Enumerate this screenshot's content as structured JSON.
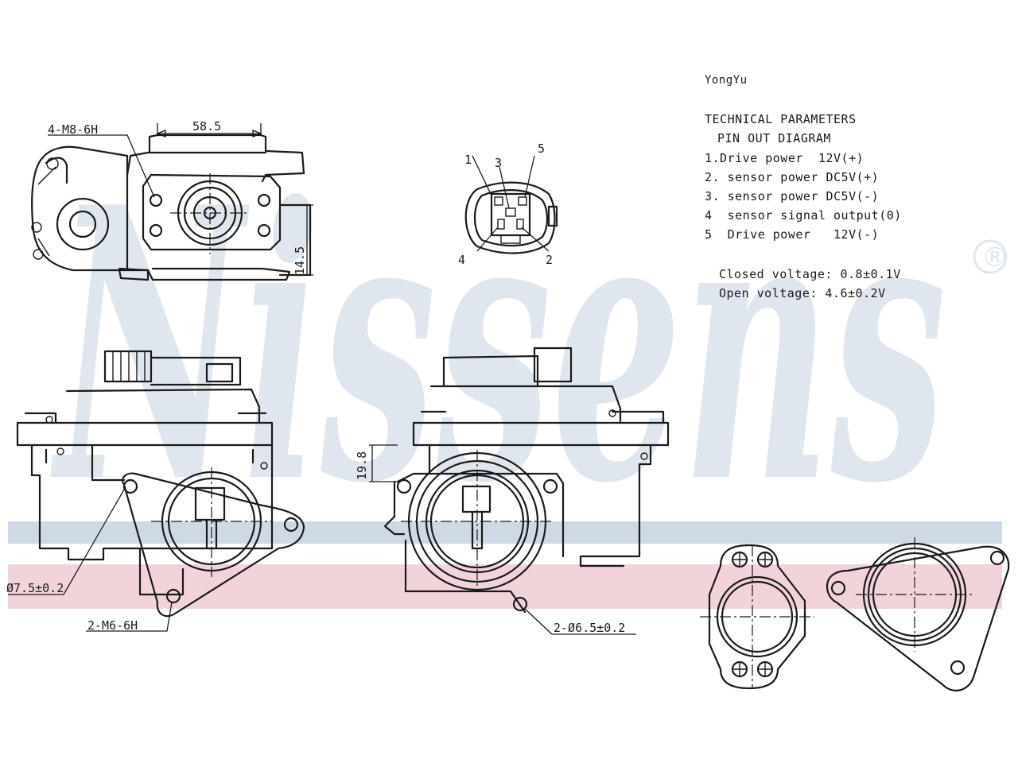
{
  "brand": {
    "name": "Nissens",
    "registered_mark": "®",
    "watermark_color": "#dfe6ee",
    "band_blue": "#cfd9e6",
    "band_pink": "#f2d3da"
  },
  "header": {
    "supplier": "YongYu",
    "title": "TECHNICAL PARAMETERS",
    "subtitle": "PIN OUT DIAGRAM"
  },
  "pinout": [
    "1.Drive power  12V(+)",
    "2. sensor power DC5V(+)",
    "3. sensor power DC5V(-)",
    "4  sensor signal output(0)",
    "5  Drive power   12V(-)"
  ],
  "voltages": {
    "closed": "Closed voltage: 0.8±0.1V",
    "open": "Open voltage: 4.6±0.2V"
  },
  "connector_pins": [
    "1",
    "3",
    "5",
    "4",
    "2"
  ],
  "dimensions": {
    "bolt_top": "4-M8-6H",
    "width_top": "58.5",
    "height_side": "14.5",
    "offset_side": "19.8",
    "hole_left": "Ø7.5±0.2",
    "thread_bottom": "2-M6-6H",
    "hole_right": "2-Ø6.5±0.2"
  }
}
